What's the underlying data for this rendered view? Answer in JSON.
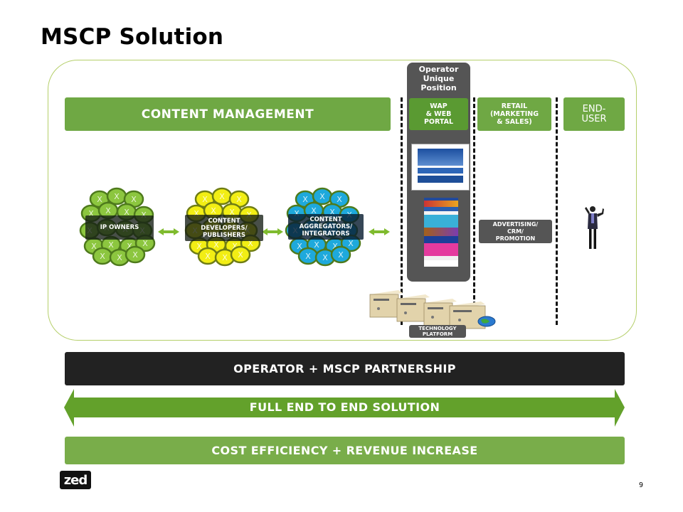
{
  "title": "MSCP Solution",
  "content_management": "CONTENT MANAGEMENT",
  "operator_unique_position": {
    "line1": "Operator",
    "line2": "Unique",
    "line3": "Position"
  },
  "columns": {
    "wap": {
      "line1": "WAP",
      "line2": "& WEB",
      "line3": "PORTAL"
    },
    "retail": {
      "line1": "RETAIL",
      "line2": "(MARKETING",
      "line3": "& SALES)"
    },
    "end_user": {
      "line1": "END-",
      "line2": "USER"
    }
  },
  "clusters": [
    {
      "line1": "IP OWNERS",
      "line2": "",
      "line3": "",
      "color": "#8cc63f",
      "stroke": "#4e7a1c"
    },
    {
      "line1": "CONTENT",
      "line2": "DEVELOPERS/",
      "line3": "PUBLISHERS",
      "color": "#f2ee14",
      "stroke": "#6f7d14"
    },
    {
      "line1": "CONTENT",
      "line2": "AGGREGATORS/",
      "line3": "INTEGRATORS",
      "color": "#1ea9dc",
      "stroke": "#4e7a1c"
    }
  ],
  "advertising": {
    "line1": "ADVERTISING/",
    "line2": "CRM/",
    "line3": "PROMOTION"
  },
  "technology_platform": {
    "line1": "TECHNOLOGY",
    "line2": "PLATFORM"
  },
  "bars": {
    "partnership": "OPERATOR + MSCP PARTNERSHIP",
    "end_to_end": "FULL END TO END SOLUTION",
    "cost": "COST EFFICIENCY + REVENUE INCREASE"
  },
  "colors": {
    "green": "#6fa844",
    "dark_green": "#5a9a32",
    "dark_gray": "#555555",
    "black_bar": "#222222",
    "arrow_green": "#63a12b",
    "frame_border": "#b5cf6a"
  },
  "logo": "zed",
  "page_number": "9"
}
